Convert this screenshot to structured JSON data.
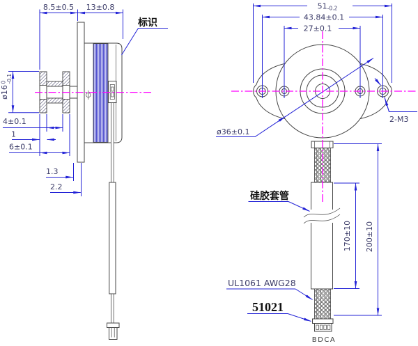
{
  "title": "motor dimensional drawing",
  "side_view": {
    "dim_shaft_side": "8.5±0.5",
    "dim_body_depth": "13±0.8",
    "pulley_dia": {
      "main": "ø16",
      "tol_upper": "0",
      "tol_lower": "-0.1"
    },
    "dim_groove_width": "4±0.1",
    "dim_flange_thickness": "1",
    "dim_pulley_width": "6±0.1",
    "dim_wire_offset_1": "1.3",
    "dim_wire_offset_2": "2.2",
    "label_marking": "标识"
  },
  "front_view": {
    "dim_overall_width": {
      "main": "51",
      "tol": "-0.2"
    },
    "dim_mount_hole_spacing": "43.84±0.1",
    "dim_inner_hole_spacing": "27±0.1",
    "dim_body_diameter": "ø36±0.1",
    "label_mount_holes": "2-M3",
    "dim_sleeve_length": "170±10",
    "dim_overall_length": "200±10",
    "label_sleeve": "硅胶套管",
    "label_wire_spec": "UL1061 AWG28",
    "label_connector": "51021",
    "label_pin_marking": "BDCA"
  },
  "colors": {
    "dimension_blue": "#2222d6",
    "dimension_text": "#3b3b68",
    "outline_gray": "#454545",
    "centerline_magenta": "#ff00ff",
    "coil_blue": "#5252cf",
    "label_black": "#111111"
  }
}
